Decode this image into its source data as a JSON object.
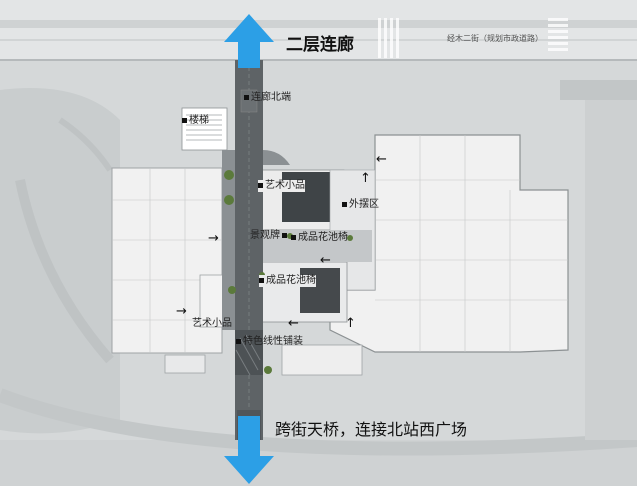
{
  "title_corridor": "二层连廊",
  "road_name": "经木二街（规划市政道路）",
  "bridge_caption": "跨街天桥，连接北站西广场",
  "labels": {
    "corridor_north_end": "连廊北端",
    "stairs": "楼梯",
    "art_piece_top": "艺术小品",
    "outer_seating": "外摆区",
    "viewing_deck": "景观牌",
    "finished_planter_1": "成品花池椅",
    "finished_planter_2": "成品花池椅",
    "art_piece_left": "艺术小品",
    "feature_paving": "特色线性铺装"
  },
  "colors": {
    "arrow_blue": "#2c9fe6",
    "corridor": "#5e6366",
    "building": "#f1f1f1",
    "ground": "#d9dbdc"
  },
  "icons": [
    "arrow-up-icon",
    "arrow-down-icon",
    "arrow-left-icon",
    "arrow-right-icon"
  ]
}
